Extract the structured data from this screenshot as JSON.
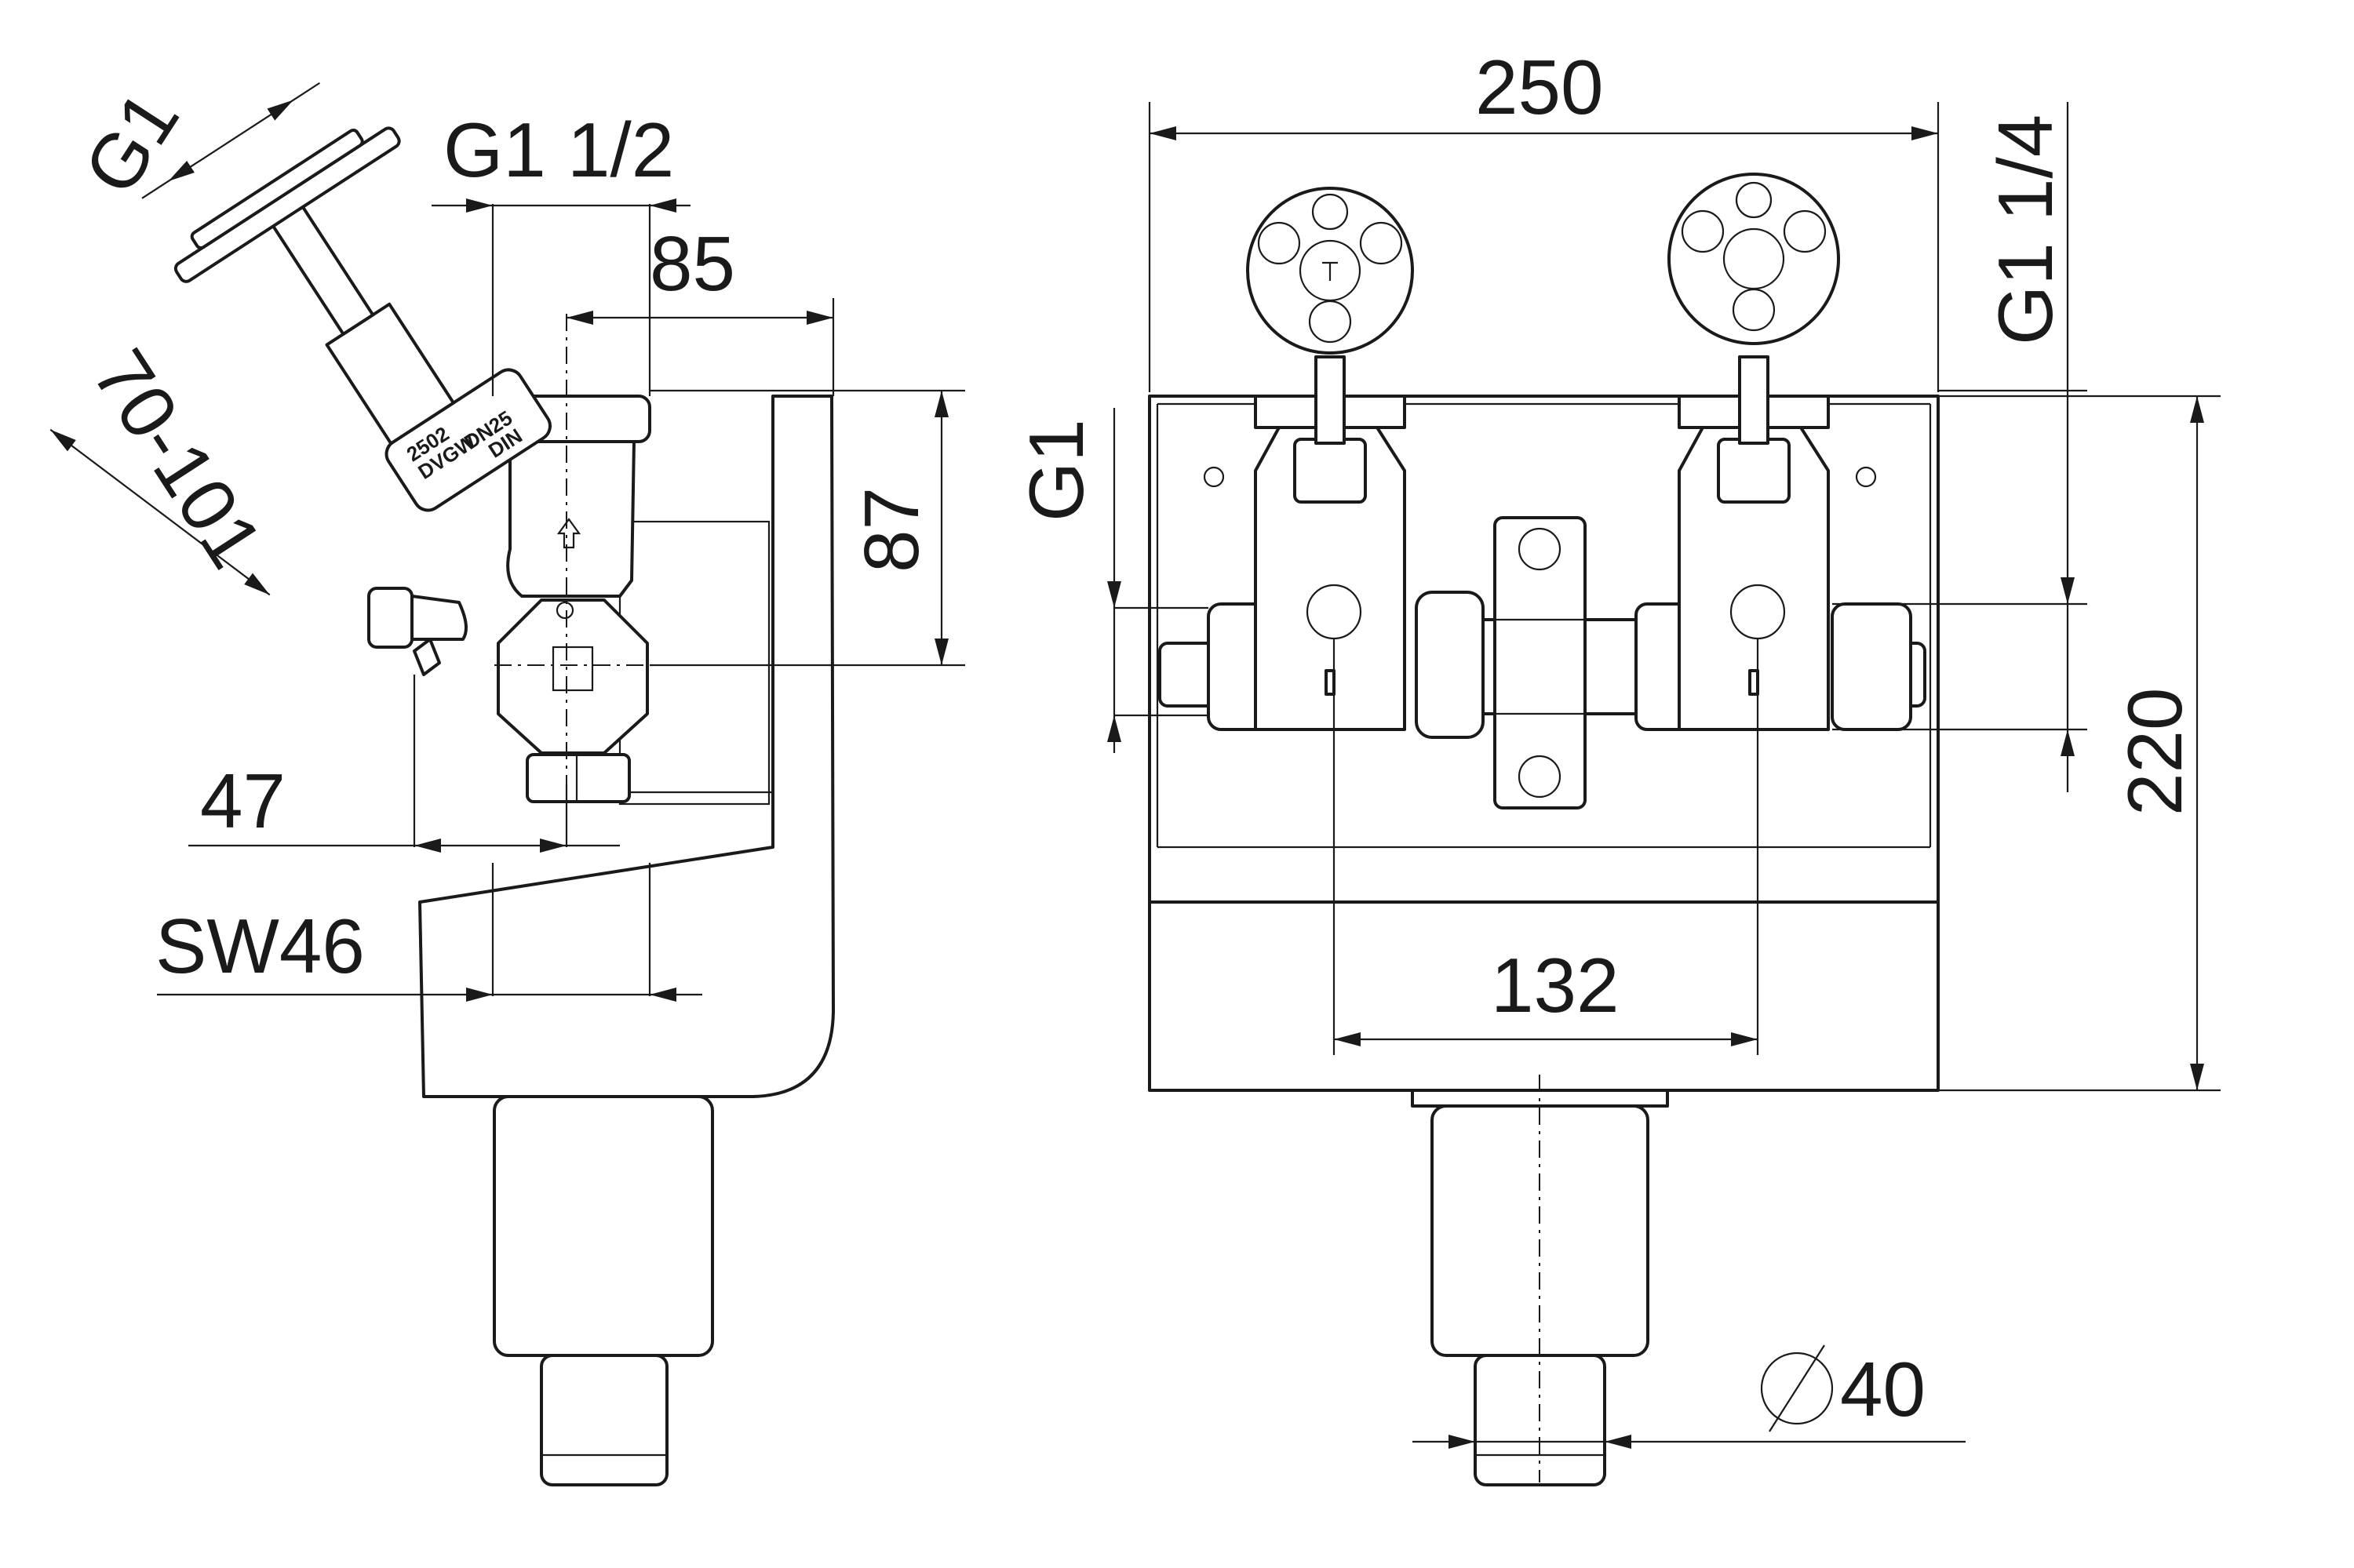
{
  "dimensions": {
    "g1_handwheel": "G1",
    "g1_half": "G1 1/2",
    "d85": "85",
    "d70_101": "70-101",
    "d87": "87",
    "d47": "47",
    "sw46": "SW46",
    "d250": "250",
    "g1_quarter": "G1 1/4",
    "g1_front": "G1",
    "d220": "220",
    "d132": "132",
    "dia40": "40"
  },
  "valve_marking": {
    "model": "2502",
    "standard": "DVGW",
    "size": "DN25",
    "din": "DIN"
  },
  "icons": {
    "diameter": "diameter-symbol-icon",
    "flow_arrow": "flow-direction-arrow-icon",
    "brand_logo": "brand-logo-icon"
  },
  "colors": {
    "line": "#1a1a1a",
    "background": "#ffffff"
  }
}
